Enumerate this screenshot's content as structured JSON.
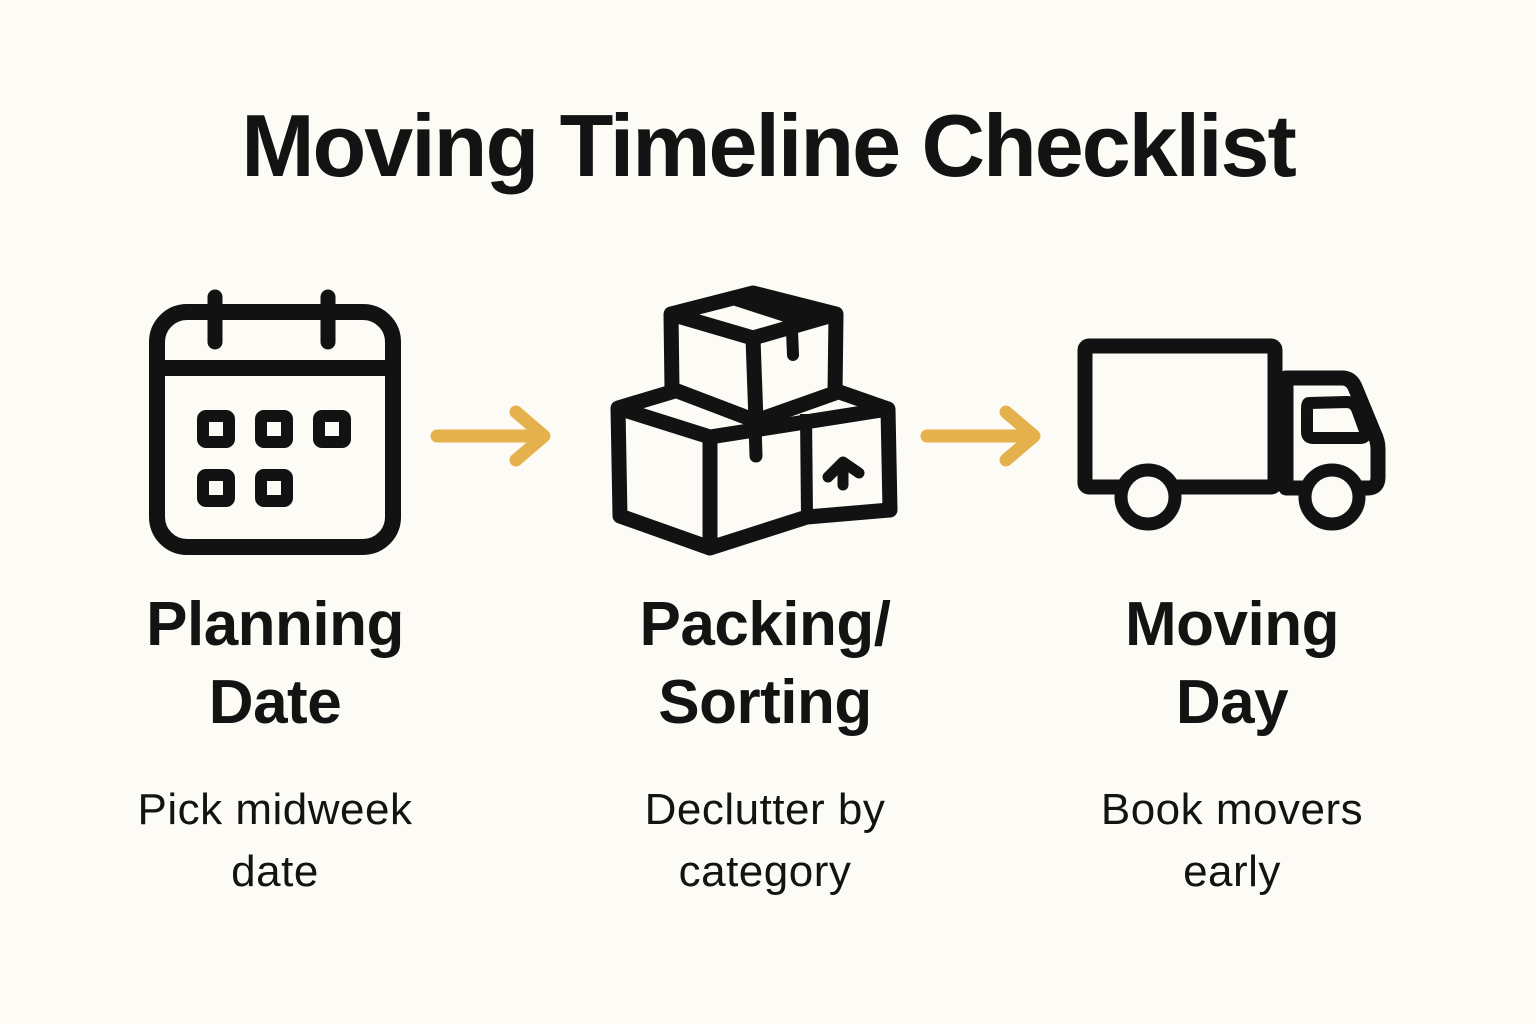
{
  "title": "Moving Timeline Checklist",
  "colors": {
    "background": "#FDFBF6",
    "text": "#131313",
    "icon_stroke": "#121212",
    "arrow": "#E4B14D"
  },
  "steps": [
    {
      "icon": "calendar-icon",
      "heading": "Planning\nDate",
      "description": "Pick midweek\ndate"
    },
    {
      "icon": "moving-boxes-icon",
      "heading": "Packing/\nSorting",
      "description": "Declutter by\ncategory"
    },
    {
      "icon": "moving-truck-icon",
      "heading": "Moving\nDay",
      "description": "Book movers\nearly"
    }
  ]
}
